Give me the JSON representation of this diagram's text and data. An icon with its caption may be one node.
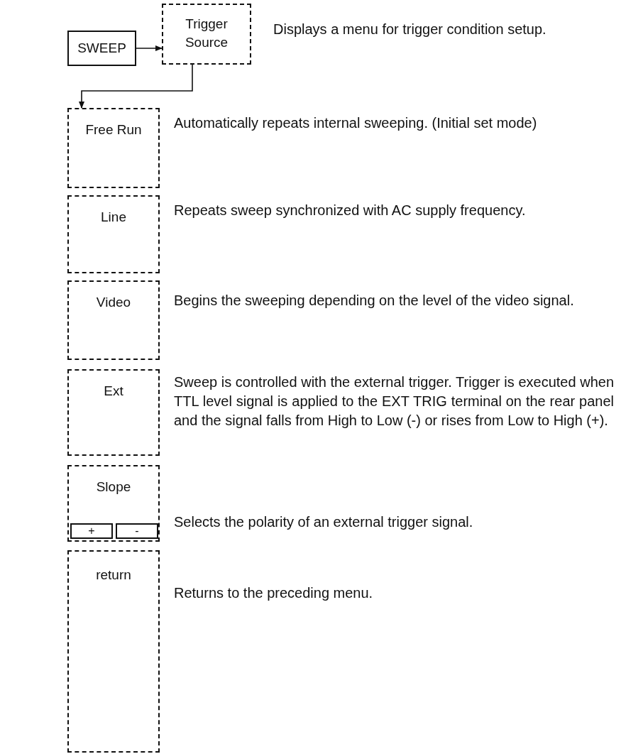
{
  "diagram": {
    "nodes": [
      {
        "text": [
          "SWEEP"
        ]
      },
      {
        "text": [
          "Trigger Source"
        ],
        "beside": [
          "Displays a menu for trigger condition setup."
        ]
      },
      {
        "text": [
          "Free Run"
        ],
        "beside": [
          "Automatically repeats internal sweeping. (Initial set mode)"
        ]
      },
      {
        "text": [
          "Line"
        ],
        "beside": [
          "Repeats sweep synchronized with AC supply frequency."
        ]
      },
      {
        "text": [
          "Video"
        ],
        "beside": [
          "Begins the sweeping depending on the level of the video signal."
        ]
      },
      {
        "text": [
          "Ext"
        ],
        "beside": [
          "Sweep is controlled with the external trigger. Trigger is executed when TTL level signal is applied to the EXT TRIG terminal on the rear panel and the signal falls from High to Low (-) or rises from Low to High (+)."
        ]
      },
      {
        "text": [
          "Slope"
        ],
        "beside": [
          "Selects the polarity of an external trigger signal."
        ]
      },
      {
        "text": [
          "+"
        ],
        "in": 6
      },
      {
        "text": [
          "-"
        ],
        "in": 6
      },
      {
        "text": [
          "return"
        ],
        "beside": [
          "Returns to the preceding menu."
        ]
      }
    ],
    "edges": [
      {
        "from": 0,
        "to": 1,
        "arrow": "to"
      },
      {
        "from": 1,
        "to": 2,
        "arrow": "to"
      }
    ]
  }
}
